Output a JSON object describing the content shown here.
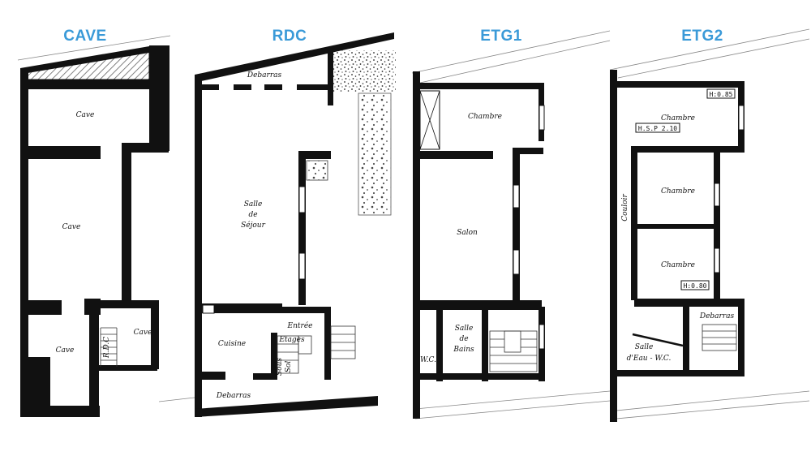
{
  "colors": {
    "title": "#3a9ad8",
    "wall": "#111111"
  },
  "levels": [
    {
      "title": "CAVE",
      "rooms": [
        "Cave",
        "Cave",
        "Cave",
        "Cave"
      ],
      "stairs": "R.D.C"
    },
    {
      "title": "RDC",
      "rooms": [
        "Debarras",
        "Salle",
        "de",
        "Séjour",
        "Entrée",
        "Cuisine",
        "Debarras"
      ],
      "stairs": [
        "Etages",
        "Sous",
        "Sol"
      ]
    },
    {
      "title": "ETG1",
      "rooms": [
        "Chambre",
        "Salon",
        "Salle",
        "de",
        "Bains",
        "W.C."
      ]
    },
    {
      "title": "ETG2",
      "rooms": [
        "Chambre",
        "Chambre",
        "Chambre",
        "Couloir",
        "Debarras",
        "Salle",
        "d'Eau - W.C."
      ],
      "heights": [
        "H:0.85",
        "H.S.P 2.10",
        "H:0.80"
      ]
    }
  ]
}
